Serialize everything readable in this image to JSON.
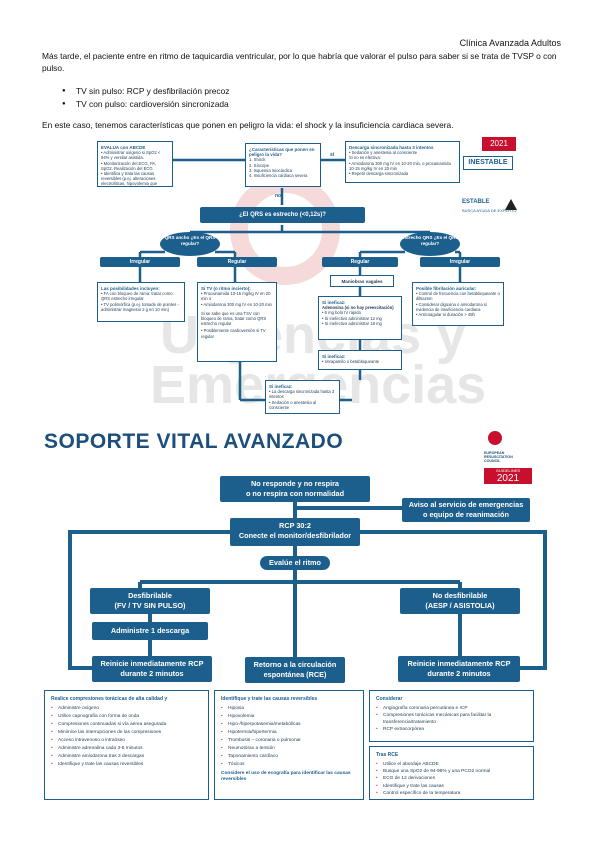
{
  "header": {
    "title": "Clínica Avanzada Adultos"
  },
  "intro": {
    "paragraph": "Más tarde, el paciente entre en ritmo de taquicardia ventricular, por lo que habría que valorar el pulso para saber si se trata de TVSP o con pulso.",
    "bullets": [
      "TV sin pulso: RCP y desfibrilación precoz",
      "TV con pulso: cardioversión sincronizada"
    ],
    "line2": "En este caso, tenemos características que ponen en peligro la vida: el shock y la insuficiencia cardiaca severa."
  },
  "taqui": {
    "watermark_line1": "Urgencias y",
    "watermark_line2": "Emergencias",
    "eval_title": "EVALUA con ABCDE",
    "eval_items": [
      "• Administrar oxígeno si SpO2 < 94% y ventilar asistida.",
      "• Monitorización del ECG, PA, SpO2. Realización del ECG",
      "• Identifica y trata las causas reversibles (p.ej. alteraciones electrolíticas, hipovolemia que causa taquicardia sinusal)"
    ],
    "question_title": "¿Características que ponen en peligro la vida?",
    "question_items": [
      "1. Shock",
      "2. Síncope",
      "3. Isquemia miocárdica",
      "4. Insuficiencia cardiaca severa"
    ],
    "si_label": "sí",
    "no_label": "no",
    "desc_title": "Descarga sincronizada hasta 3 intentos",
    "desc_items": [
      "• Sedación y anestesia al consciente",
      "Si no es efectiva:",
      "• Amiodarona 300 mg IV en 10-20 min, o procainamida 10-15 mg/kg IV en 20 min",
      "• Repetir descarga sincronizada"
    ],
    "year": "2021",
    "inestable": "INESTABLE",
    "estable": "ESTABLE",
    "estable_note": "BUSCA AYUDA DE EXPERTO",
    "qrs_question": "¿El QRS es estrecho (<0,12s)?",
    "ancho": "QRS ancho ¿Es el QRS regular?",
    "estrecho": "Estrecho QRS ¿Es el QRS regular?",
    "irregular1": "Irregular",
    "regular1": "Regular",
    "regular2": "Regular",
    "irregular2": "Irregular",
    "box_a_title": "Las posibilidades incluyen:",
    "box_a_items": [
      "• FA con bloqueo de rama: tratar como QRS estrecho irregular",
      "• TV polimórfica (p.ej. torsade de pointes - administrar magnesio 2 g en 10 min)"
    ],
    "box_b_title": "Si TV (o ritmo incierto):",
    "box_b_items": [
      "• Procainamida 10-15 mg/kg IV en 20 min o",
      "• Amiodarona 300 mg IV en 10-20 min",
      "Si se sabe que es una TSV con bloqueo de rama, tratar como QRS estrecho regular",
      "• Posiblemente cardioversión si TV regular"
    ],
    "vagal": "Maniobras vagales",
    "box_c_title": "Si ineficaz:",
    "box_c_items": [
      "Adenosina (si no hay preexcitación)",
      "• 6 mg bolo IV rápido",
      "• Si inefectivo administrar 12 mg",
      "• Si inefectivo administrar 18 mg"
    ],
    "box_d_title": "Posible fibrilación auricular:",
    "box_d_items": [
      "• Control de frecuencia con betabloqueante o diltiazem",
      "• Considerar digoxina o amiodarona si evidencia de insuficiencia cardiaca",
      "• Anticoagular si duración > 48h"
    ],
    "box_e_title": "Si ineficaz:",
    "box_e_items": [
      "• Verapamilo o betabloqueante"
    ],
    "box_f_title": "Si ineficaz:",
    "box_f_items": [
      "• La descarga sincronizada hasta 3 intentos",
      "• Sedación o anestesia al consciente"
    ]
  },
  "sva": {
    "title": "SOPORTE VITAL AVANZADO",
    "logo_org": "EUROPEAN RESUSCITATION COUNCIL",
    "logo_guidelines": "GUIDELINES",
    "logo_year": "2021",
    "start_l1": "No responde y no respira",
    "start_l2": "o no respira con normalidad",
    "aviso_l1": "Aviso al servicio de emergencias",
    "aviso_l2": "o equipo de reanimación",
    "rcp_l1": "RCP 30:2",
    "rcp_l2": "Conecte el monitor/desfibrilador",
    "evalua": "Evalúe el ritmo",
    "desf_l1": "Desfibrilable",
    "desf_l2": "(FV / TV SIN PULSO)",
    "nodesf_l1": "No desfibrilable",
    "nodesf_l2": "(AESP / ASISTOLIA)",
    "descarga": "Administre 1 descarga",
    "reinicie_l1": "Reinicie inmediatamente RCP",
    "reinicie_l2": "durante 2 minutos",
    "rce_l1": "Retorno a la circulación",
    "rce_l2": "espontánea (RCE)",
    "col1_title": "Realice compresiones torácicas de alta calidad y",
    "col1_items": [
      "Administre oxígeno",
      "Utilice capnografía con forma de onda",
      "Compresiones continuadas si vía aérea asegurada",
      "Minimice las interrupciones de las compresiones",
      "Acceso intravenoso o intraóseo",
      "Administre adrenalina cada 3-5 minutos",
      "Administre amiodarona tras 3 descargas",
      "Identifique y trate las causas reversibles"
    ],
    "col2_title": "Identifique y trate las causas reversibles",
    "col2_items": [
      "Hipoxia",
      "Hipovolemia",
      "Hipo-/hiperpotasemia/metabólicas",
      "Hipotermia/hipertermia",
      "Trombosis – coronaria o pulmonar",
      "Neumotórax a tensión",
      "Taponamiento cardíaco",
      "Tóxicos"
    ],
    "col2_note": "Considere el uso de ecografía para identificar las causas reversibles",
    "col3a_title": "Considerar",
    "col3a_items": [
      "Angiografía coronaria percutánea e ICP",
      "Compresiones torácicas mecánicas para facilitar la transferencia/tratamiento",
      "RCP extracorpórea"
    ],
    "col3b_title": "Tras RCE",
    "col3b_items": [
      "Utilice el abordaje ABCDE",
      "Busque una SpO2 de 94-98% y una PCO2 normal",
      "ECG de 12 derivaciones",
      "Identifique y trate las causas",
      "Control específico de la temperatura"
    ]
  }
}
